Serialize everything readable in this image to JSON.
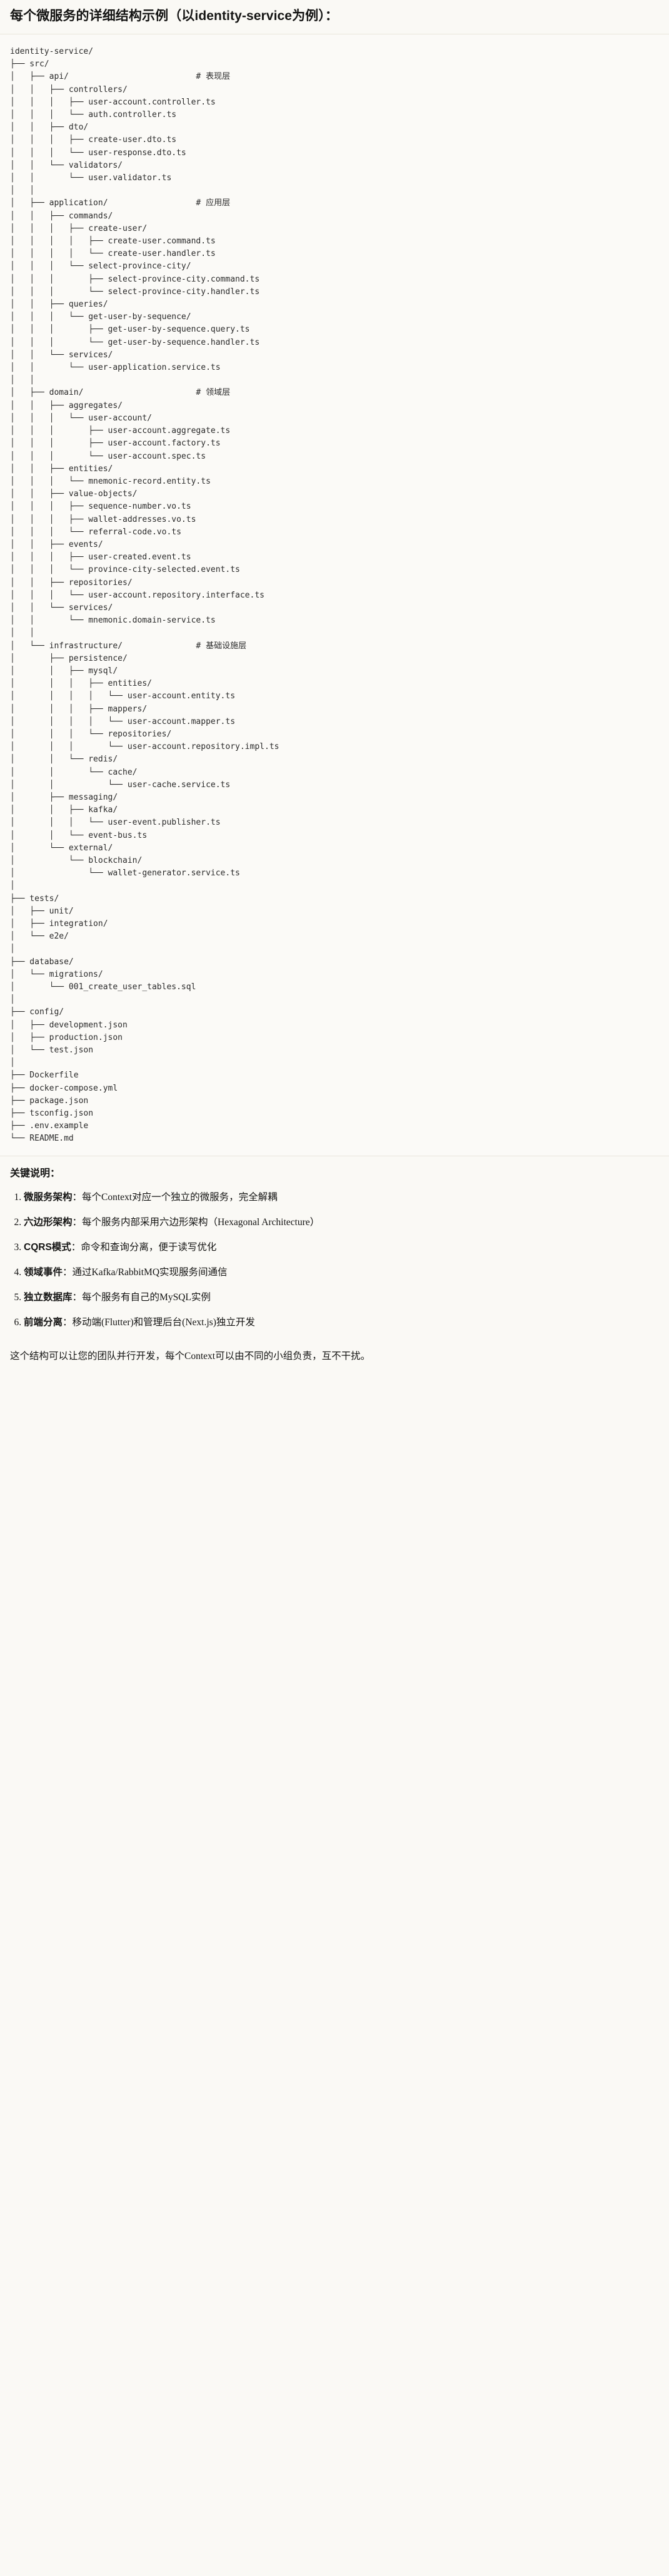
{
  "title": "每个微服务的详细结构示例（以identity-service为例）：",
  "tree": {
    "language": "text",
    "lines": [
      "identity-service/",
      "├── src/",
      "│   ├── api/                          # 表现层",
      "│   │   ├── controllers/",
      "│   │   │   ├── user-account.controller.ts",
      "│   │   │   └── auth.controller.ts",
      "│   │   ├── dto/",
      "│   │   │   ├── create-user.dto.ts",
      "│   │   │   └── user-response.dto.ts",
      "│   │   └── validators/",
      "│   │       └── user.validator.ts",
      "│   │",
      "│   ├── application/                  # 应用层",
      "│   │   ├── commands/",
      "│   │   │   ├── create-user/",
      "│   │   │   │   ├── create-user.command.ts",
      "│   │   │   │   └── create-user.handler.ts",
      "│   │   │   └── select-province-city/",
      "│   │   │       ├── select-province-city.command.ts",
      "│   │   │       └── select-province-city.handler.ts",
      "│   │   ├── queries/",
      "│   │   │   └── get-user-by-sequence/",
      "│   │   │       ├── get-user-by-sequence.query.ts",
      "│   │   │       └── get-user-by-sequence.handler.ts",
      "│   │   └── services/",
      "│   │       └── user-application.service.ts",
      "│   │",
      "│   ├── domain/                       # 领域层",
      "│   │   ├── aggregates/",
      "│   │   │   └── user-account/",
      "│   │   │       ├── user-account.aggregate.ts",
      "│   │   │       ├── user-account.factory.ts",
      "│   │   │       └── user-account.spec.ts",
      "│   │   ├── entities/",
      "│   │   │   └── mnemonic-record.entity.ts",
      "│   │   ├── value-objects/",
      "│   │   │   ├── sequence-number.vo.ts",
      "│   │   │   ├── wallet-addresses.vo.ts",
      "│   │   │   └── referral-code.vo.ts",
      "│   │   ├── events/",
      "│   │   │   ├── user-created.event.ts",
      "│   │   │   └── province-city-selected.event.ts",
      "│   │   ├── repositories/",
      "│   │   │   └── user-account.repository.interface.ts",
      "│   │   └── services/",
      "│   │       └── mnemonic.domain-service.ts",
      "│   │",
      "│   └── infrastructure/               # 基础设施层",
      "│       ├── persistence/",
      "│       │   ├── mysql/",
      "│       │   │   ├── entities/",
      "│       │   │   │   └── user-account.entity.ts",
      "│       │   │   ├── mappers/",
      "│       │   │   │   └── user-account.mapper.ts",
      "│       │   │   └── repositories/",
      "│       │   │       └── user-account.repository.impl.ts",
      "│       │   └── redis/",
      "│       │       └── cache/",
      "│       │           └── user-cache.service.ts",
      "│       ├── messaging/",
      "│       │   ├── kafka/",
      "│       │   │   └── user-event.publisher.ts",
      "│       │   └── event-bus.ts",
      "│       └── external/",
      "│           └── blockchain/",
      "│               └── wallet-generator.service.ts",
      "│",
      "├── tests/",
      "│   ├── unit/",
      "│   ├── integration/",
      "│   └── e2e/",
      "│",
      "├── database/",
      "│   └── migrations/",
      "│       └── 001_create_user_tables.sql",
      "│",
      "├── config/",
      "│   ├── development.json",
      "│   ├── production.json",
      "│   └── test.json",
      "│",
      "├── Dockerfile",
      "├── docker-compose.yml",
      "├── package.json",
      "├── tsconfig.json",
      "├── .env.example",
      "└── README.md"
    ]
  },
  "keypoints": {
    "heading": "关键说明：",
    "items": [
      {
        "term": "微服务架构",
        "sep": "：",
        "desc": "每个Context对应一个独立的微服务，完全解耦"
      },
      {
        "term": "六边形架构",
        "sep": "：",
        "desc": "每个服务内部采用六边形架构（Hexagonal Architecture）"
      },
      {
        "term": "CQRS模式",
        "sep": "：",
        "desc": "命令和查询分离，便于读写优化"
      },
      {
        "term": "领域事件",
        "sep": "：",
        "desc": "通过Kafka/RabbitMQ实现服务间通信"
      },
      {
        "term": "独立数据库",
        "sep": "：",
        "desc": "每个服务有自己的MySQL实例"
      },
      {
        "term": "前端分离",
        "sep": "：",
        "desc": "移动端(Flutter)和管理后台(Next.js)独立开发"
      }
    ],
    "closing": "这个结构可以让您的团队并行开发，每个Context可以由不同的小组负责，互不干扰。"
  },
  "colors": {
    "page_bg": "#faf9f5",
    "code_bg": "#fbfaf7",
    "rule": "#e8e6dc",
    "text": "#141413",
    "code_text": "#2b2b2b"
  }
}
